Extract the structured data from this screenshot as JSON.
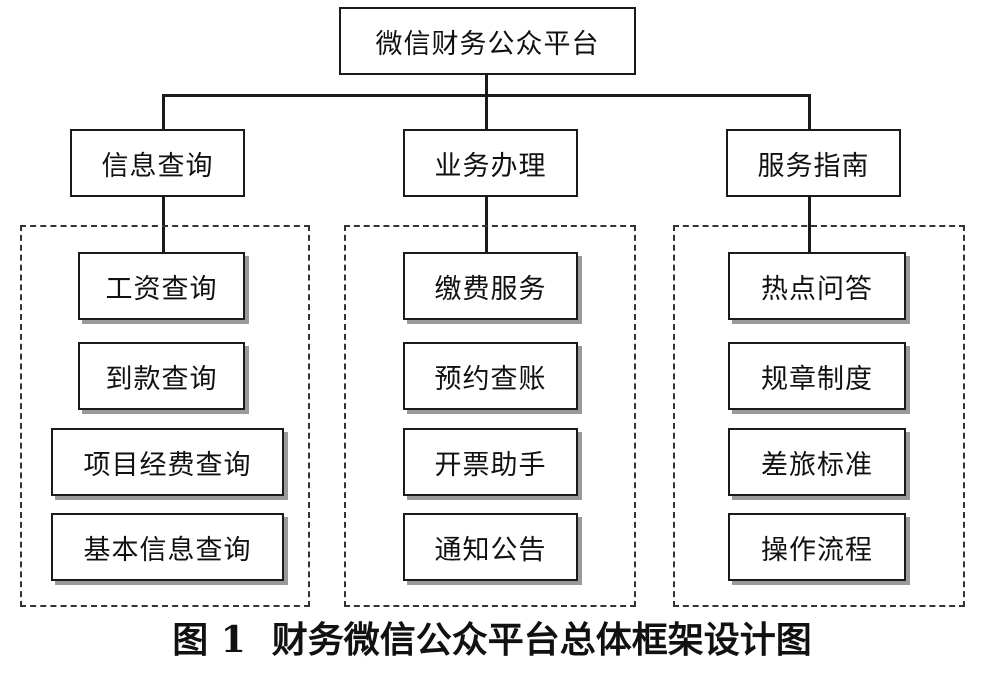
{
  "root": {
    "label": "微信财务公众平台"
  },
  "categories": [
    {
      "label": "信息查询",
      "items": [
        "工资查询",
        "到款查询",
        "项目经费查询",
        "基本信息查询"
      ]
    },
    {
      "label": "业务办理",
      "items": [
        "缴费服务",
        "预约查账",
        "开票助手",
        "通知公告"
      ]
    },
    {
      "label": "服务指南",
      "items": [
        "热点问答",
        "规章制度",
        "差旅标准",
        "操作流程"
      ]
    }
  ],
  "caption": {
    "number": "图 1",
    "title": "财务微信公众平台总体框架设计图"
  }
}
